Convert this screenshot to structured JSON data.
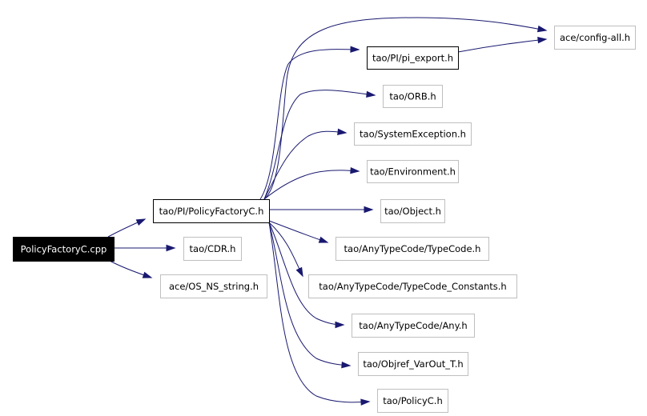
{
  "diagram": {
    "nodes": [
      {
        "id": "policyfactoryc-cpp",
        "label": "PolicyFactoryC.cpp",
        "style": "root"
      },
      {
        "id": "policyfactoryc-h",
        "label": "tao/PI/PolicyFactoryC.h",
        "style": "documented"
      },
      {
        "id": "cdr-h",
        "label": "tao/CDR.h",
        "style": "external"
      },
      {
        "id": "os-ns-string-h",
        "label": "ace/OS_NS_string.h",
        "style": "external"
      },
      {
        "id": "config-all-h",
        "label": "ace/config-all.h",
        "style": "external"
      },
      {
        "id": "pi-export-h",
        "label": "tao/PI/pi_export.h",
        "style": "documented"
      },
      {
        "id": "orb-h",
        "label": "tao/ORB.h",
        "style": "external"
      },
      {
        "id": "systemexception-h",
        "label": "tao/SystemException.h",
        "style": "external"
      },
      {
        "id": "environment-h",
        "label": "tao/Environment.h",
        "style": "external"
      },
      {
        "id": "object-h",
        "label": "tao/Object.h",
        "style": "external"
      },
      {
        "id": "typecode-h",
        "label": "tao/AnyTypeCode/TypeCode.h",
        "style": "external"
      },
      {
        "id": "typecode-constants-h",
        "label": "tao/AnyTypeCode/TypeCode_Constants.h",
        "style": "external"
      },
      {
        "id": "any-h",
        "label": "tao/AnyTypeCode/Any.h",
        "style": "external"
      },
      {
        "id": "objref-varout-t-h",
        "label": "tao/Objref_VarOut_T.h",
        "style": "external"
      },
      {
        "id": "policyc-h",
        "label": "tao/PolicyC.h",
        "style": "external"
      }
    ],
    "edges": [
      {
        "from": "policyfactoryc-cpp",
        "to": "policyfactoryc-h"
      },
      {
        "from": "policyfactoryc-cpp",
        "to": "cdr-h"
      },
      {
        "from": "policyfactoryc-cpp",
        "to": "os-ns-string-h"
      },
      {
        "from": "policyfactoryc-h",
        "to": "config-all-h"
      },
      {
        "from": "policyfactoryc-h",
        "to": "pi-export-h"
      },
      {
        "from": "pi-export-h",
        "to": "config-all-h"
      },
      {
        "from": "policyfactoryc-h",
        "to": "orb-h"
      },
      {
        "from": "policyfactoryc-h",
        "to": "systemexception-h"
      },
      {
        "from": "policyfactoryc-h",
        "to": "environment-h"
      },
      {
        "from": "policyfactoryc-h",
        "to": "object-h"
      },
      {
        "from": "policyfactoryc-h",
        "to": "typecode-h"
      },
      {
        "from": "policyfactoryc-h",
        "to": "typecode-constants-h"
      },
      {
        "from": "policyfactoryc-h",
        "to": "any-h"
      },
      {
        "from": "policyfactoryc-h",
        "to": "objref-varout-t-h"
      },
      {
        "from": "policyfactoryc-h",
        "to": "policyc-h"
      }
    ],
    "colors": {
      "edge": "#191970",
      "root_fill": "#000000",
      "root_text": "#ffffff",
      "documented_border": "#000000",
      "external_border": "#bfbfbf",
      "node_fill": "#ffffff",
      "node_text": "#000000"
    }
  }
}
